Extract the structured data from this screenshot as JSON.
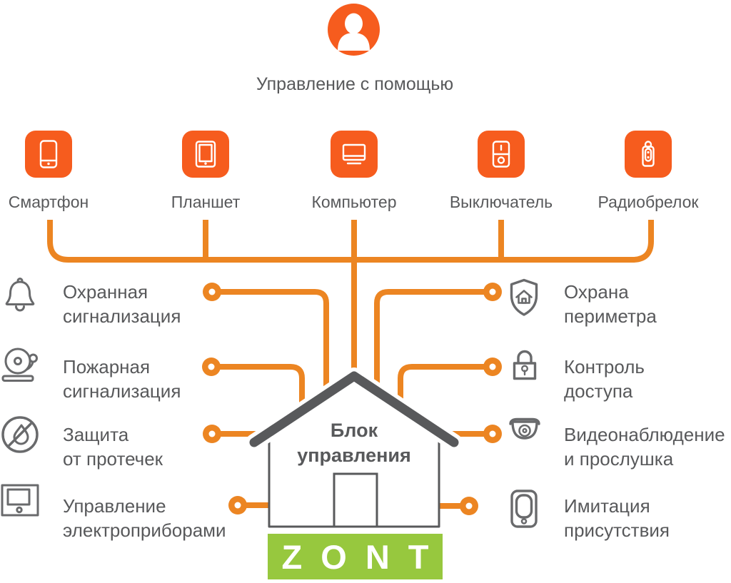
{
  "colors": {
    "orange": "#F65C1E",
    "connector_orange": "#EC8522",
    "text_gray": "#58595B",
    "icon_gray": "#696A6C",
    "logo_green": "#97C83E"
  },
  "header": {
    "title": "Управление с помощью",
    "icon": "person-icon"
  },
  "devices": [
    {
      "label": "Смартфон",
      "icon": "smartphone-icon"
    },
    {
      "label": "Планшет",
      "icon": "tablet-icon"
    },
    {
      "label": "Компьютер",
      "icon": "computer-icon"
    },
    {
      "label": "Выключатель",
      "icon": "switch-icon"
    },
    {
      "label": "Радиобрелок",
      "icon": "keyfob-icon"
    }
  ],
  "features_left": [
    {
      "line1": "Охранная",
      "line2": "сигнализация",
      "icon": "bell-icon"
    },
    {
      "line1": "Пожарная",
      "line2": "сигнализация",
      "icon": "fire-alarm-bell-icon"
    },
    {
      "line1": "Защита",
      "line2": "от протечек",
      "icon": "no-leak-icon"
    },
    {
      "line1": "Управление",
      "line2": "электроприборами",
      "icon": "appliance-panel-icon"
    }
  ],
  "features_right": [
    {
      "line1": "Охрана",
      "line2": "периметра",
      "icon": "shield-house-icon"
    },
    {
      "line1": "Контроль",
      "line2": "доступа",
      "icon": "padlock-icon"
    },
    {
      "line1": "Видеонаблюдение",
      "line2": "и прослушка",
      "icon": "dome-camera-icon"
    },
    {
      "line1": "Имитация",
      "line2": "присутствия",
      "icon": "presence-sensor-icon"
    }
  ],
  "hub": {
    "line1": "Блок",
    "line2": "управления",
    "logo_text": "ZONT"
  }
}
